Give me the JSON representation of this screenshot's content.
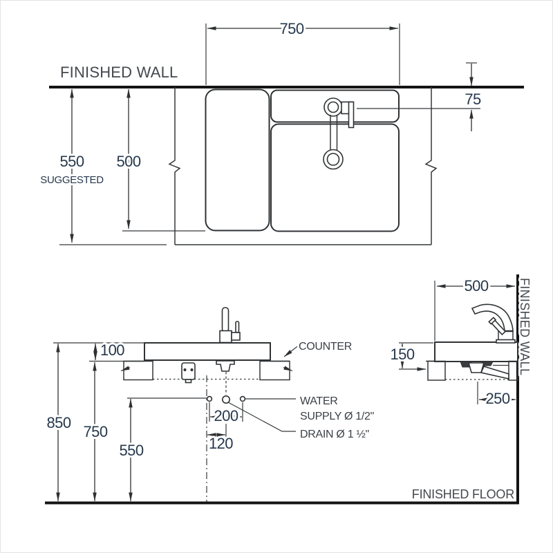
{
  "drawing_type": "sink installation dimension drawing",
  "colors": {
    "background": "#ffffff",
    "line": "#333638",
    "heavy_line": "#141414",
    "dimension_text": "#26384c",
    "label_text": "#3b4046"
  },
  "plan": {
    "finished_wall_label": "FINISHED WALL",
    "dim_width": "750",
    "dim_faucet_offset": "75",
    "dim_suggested_depth": "550",
    "suggested_note": "SUGGESTED",
    "dim_bowl_depth": "500"
  },
  "front": {
    "dim_counter_thickness": "100",
    "dim_rim_height": "850",
    "dim_counter_underside_height": "750",
    "dim_rough_in_height": "550",
    "dim_supply_spacing": "200",
    "dim_drain_offset": "120",
    "label_counter": "COUNTER",
    "label_water_line1": "WATER",
    "label_water_line2": "SUPPLY Ø 1/2\"",
    "label_drain": "DRAIN Ø 1 ½\"",
    "finished_floor_label": "FINISHED FLOOR"
  },
  "side": {
    "dim_depth": "500",
    "dim_rim_to_counter": "150",
    "dim_drain_to_wall": "250",
    "finished_wall_label": "FINISHED WALL"
  }
}
